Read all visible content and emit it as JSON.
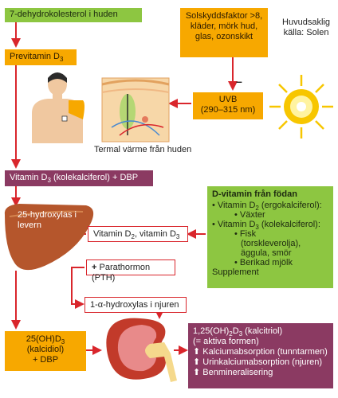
{
  "nodes": {
    "precursor": {
      "text": "7-dehydrokolesterol i huden"
    },
    "previtamin": {
      "text": "Previtamin D",
      "sub": "3"
    },
    "protection": {
      "lines": [
        "Solskyddsfaktor >8,",
        "kläder, mörk hud,",
        "glas, ozonskikt"
      ]
    },
    "uvb": {
      "lines": [
        "UVB",
        "(290–315 nm)"
      ]
    },
    "sun_label": {
      "lines": [
        "Huvudsaklig",
        "källa: Solen"
      ]
    },
    "minus": "–",
    "thermal": "Termal värme från huden",
    "vitamin_d3": {
      "pre": "Vitamin D",
      "sub": "3",
      "post": " (kolekalciferol) + DBP"
    },
    "liver": {
      "lines": [
        "25-hydroxylas i",
        "levern"
      ]
    },
    "dietary_vit": {
      "a": "Vitamin D",
      "a_sub": "2",
      "mid": ", vitamin D",
      "b_sub": "3"
    },
    "pth": {
      "sign": "+",
      "text": "Parathormon (PTH)"
    },
    "kidney_enzyme": {
      "text": "1-α-hydroxylas i njuren"
    },
    "calcidiol": {
      "l1": "25(OH)D",
      "l1_sub": "3",
      "l2": "(kalcidiol)",
      "l3": "+ DBP"
    },
    "calcitriol": {
      "title_a": "1,25(OH)",
      "title_sub1": "2",
      "title_b": "D",
      "title_sub2": "3",
      "title_c": " (kalcitriol)",
      "subtitle": "(= aktiva formen)",
      "effects": [
        "Kalciumabsorption (tunntarmen)",
        "Urinkalciumabsorption (njuren)",
        "Benmineralisering"
      ]
    },
    "diet": {
      "title": "D-vitamin från födan",
      "d2": {
        "pre": "Vitamin D",
        "sub": "2",
        "post": " (ergokalciferol):"
      },
      "d2_items": [
        "Växter"
      ],
      "d3": {
        "pre": "Vitamin D",
        "sub": "3",
        "post": " (kolekalciferol):"
      },
      "d3_items": [
        "Fisk",
        "(torskleverolja),",
        "äggula, smör",
        "Berikad mjölk"
      ],
      "footer": "Supplement"
    }
  },
  "colors": {
    "green": "#8dc641",
    "orange": "#f7a800",
    "purple": "#8b3a62",
    "arrow": "#d9262c",
    "sun": "#f7c600"
  }
}
